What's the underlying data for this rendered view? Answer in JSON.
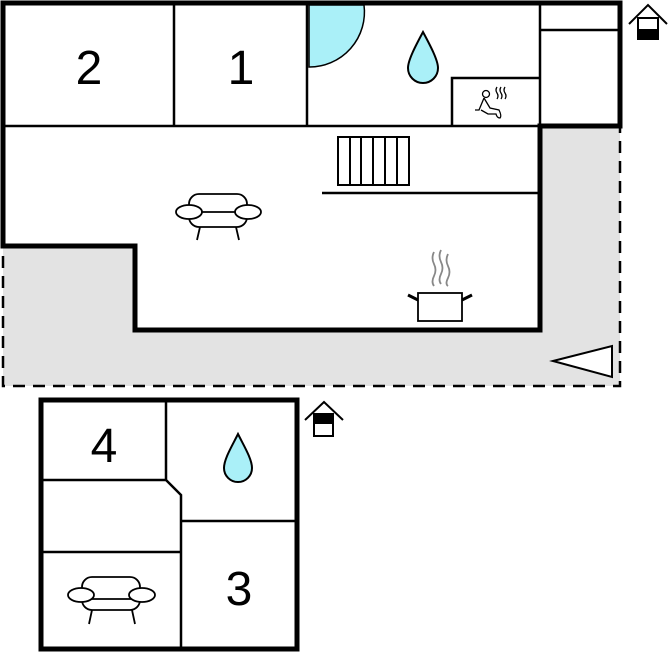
{
  "plan": {
    "upper_floor": {
      "rooms": [
        {
          "label": "2",
          "type": "bedroom"
        },
        {
          "label": "1",
          "type": "bedroom"
        }
      ],
      "icons": [
        "door-swing-icon",
        "water-drop-icon",
        "sauna-icon",
        "stairs-icon",
        "sofa-icon",
        "cooking-pot-icon",
        "house-entrance-icon",
        "terrace-arrow-icon"
      ]
    },
    "lower_floor": {
      "rooms": [
        {
          "label": "4",
          "type": "bedroom"
        },
        {
          "label": "3",
          "type": "bedroom"
        }
      ],
      "icons": [
        "water-drop-icon",
        "sofa-icon",
        "house-entrance-icon"
      ]
    },
    "colors": {
      "water": "#aaf0f8",
      "terrace": "#e3e3e3",
      "wall": "#000000"
    }
  }
}
